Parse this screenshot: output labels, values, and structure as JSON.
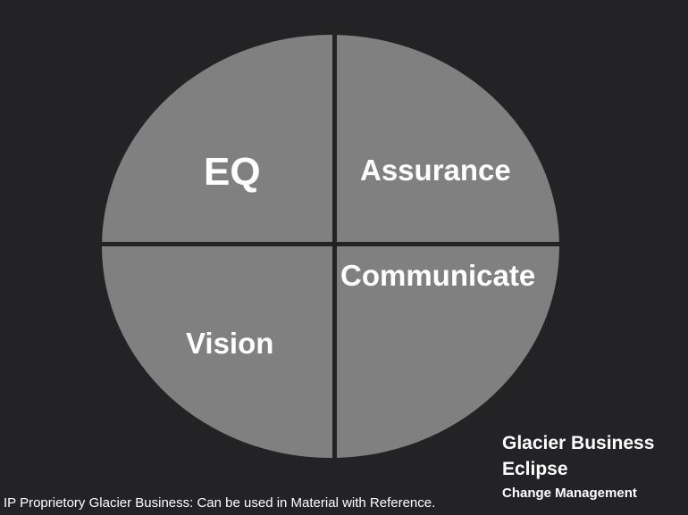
{
  "colors": {
    "background": "#232325",
    "circle_fill": "#808080",
    "divider": "#232325",
    "text": "#ffffff"
  },
  "quadrants": {
    "top_left": "EQ",
    "top_right": "Assurance",
    "bottom_right": "Communicate",
    "bottom_left": "Vision"
  },
  "brand": {
    "line1": "Glacier Business",
    "line2": "Eclipse",
    "subtitle": "Change Management"
  },
  "footer": "IP Proprietory Glacier Business: Can be used in Material with Reference."
}
